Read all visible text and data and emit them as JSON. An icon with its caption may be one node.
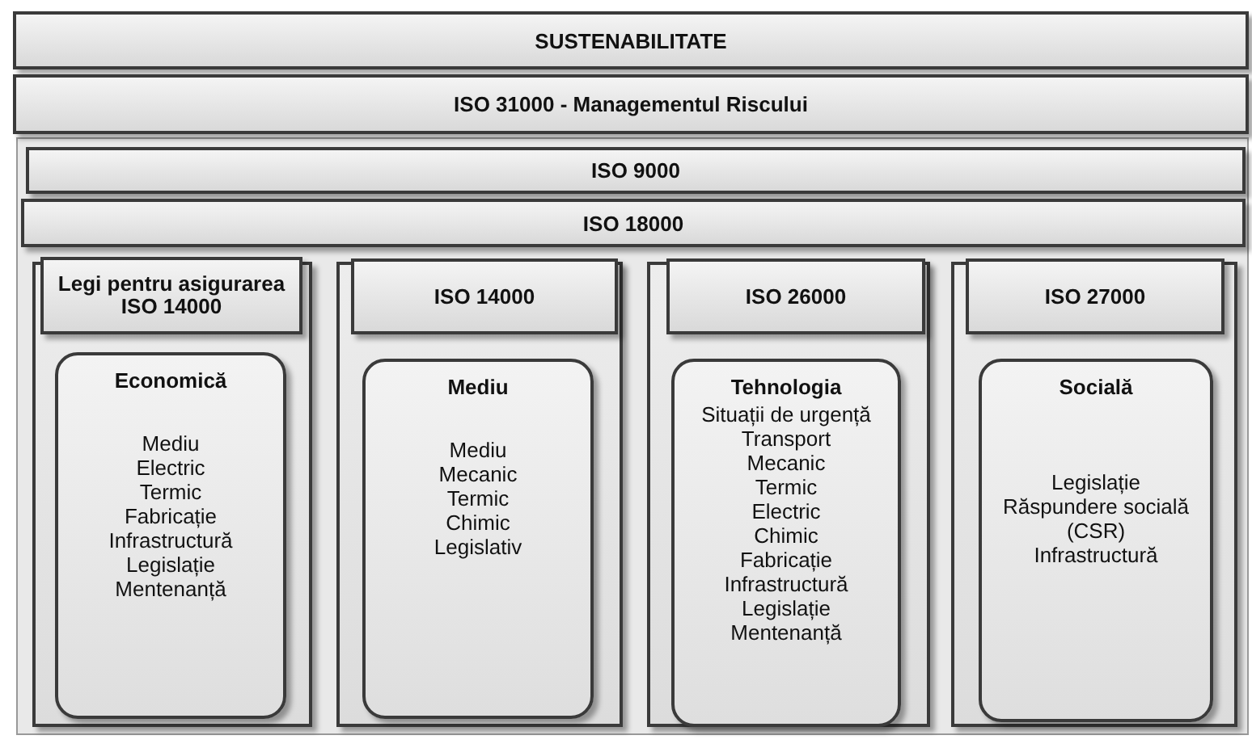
{
  "diagram": {
    "nodes": [
      {
        "text": [
          "SUSTENABILITATE"
        ]
      },
      {
        "text": [
          "ISO 31000 - Managementul Riscului"
        ]
      },
      {
        "text": [
          "ISO 9000"
        ]
      },
      {
        "text": [
          "ISO 18000"
        ]
      },
      {
        "text": [],
        "shape": "box"
      },
      {
        "text": [
          "Legi pentru asigurarea ISO 14000"
        ],
        "in": 4
      },
      {
        "text": [
          "Economică",
          "Mediu",
          "Electric",
          "Termic",
          "Fabricație",
          "Infrastructură",
          "Legislație",
          "Mentenanță"
        ],
        "in": 4
      },
      {
        "text": [],
        "shape": "box"
      },
      {
        "text": [
          "ISO 14000"
        ],
        "in": 7
      },
      {
        "text": [
          "Mediu",
          "Mediu",
          "Mecanic",
          "Termic",
          "Chimic",
          "Legislativ"
        ],
        "in": 7
      },
      {
        "text": [],
        "shape": "box"
      },
      {
        "text": [
          "ISO 26000"
        ],
        "in": 10
      },
      {
        "text": [
          "Tehnologia",
          "Situații de urgență",
          "Transport",
          "Mecanic",
          "Termic",
          "Electric",
          "Chimic",
          "Fabricație",
          "Infrastructură",
          "Legislație",
          "Mentenanță"
        ],
        "in": 10
      },
      {
        "text": [],
        "shape": "box"
      },
      {
        "text": [
          "ISO 27000"
        ],
        "in": 13
      },
      {
        "text": [
          "Socială",
          "Legislație",
          "Răspundere socială (CSR)",
          "Infrastructură"
        ],
        "in": 13
      }
    ]
  }
}
